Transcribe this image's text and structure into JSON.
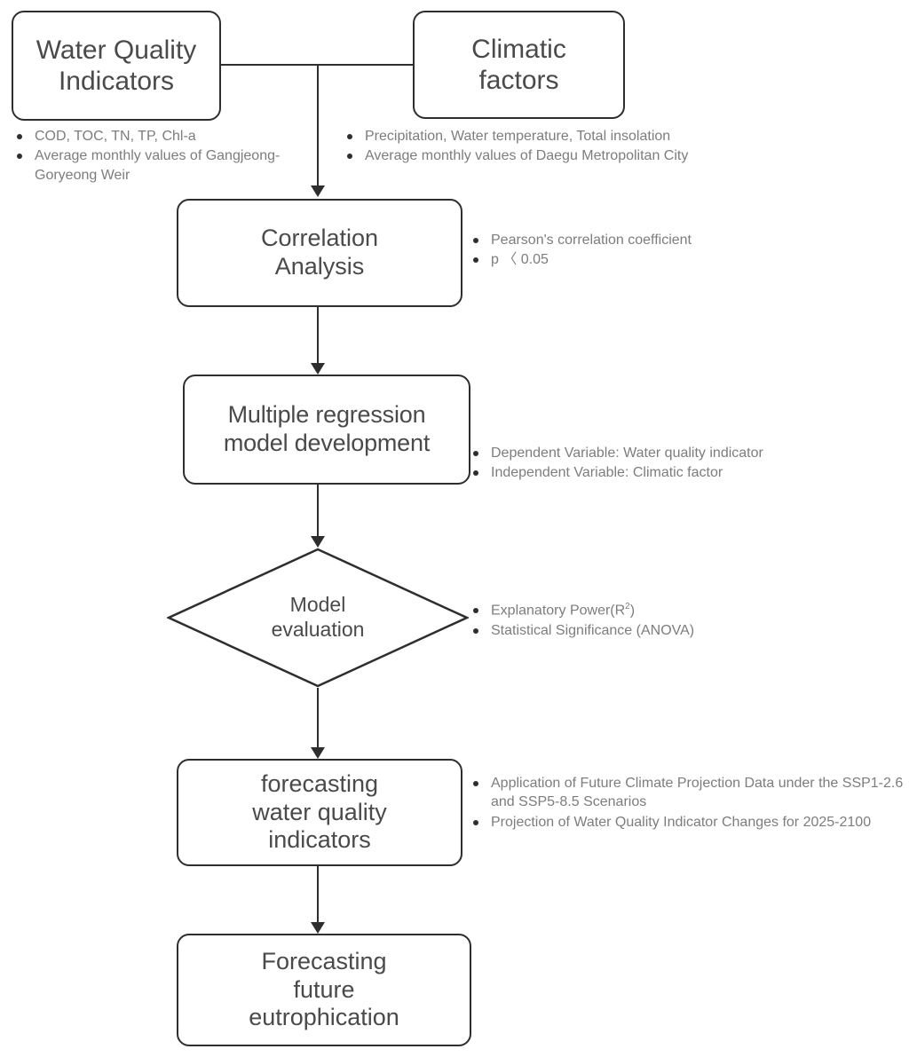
{
  "diagram": {
    "title": "Research methodology flowchart for forecasting water quality and eutrophication",
    "nodes": {
      "water_quality": {
        "label": "Water Quality\nIndicators",
        "shape": "rounded-rect"
      },
      "climatic": {
        "label": "Climatic\nfactors",
        "shape": "rounded-rect"
      },
      "correlation": {
        "label": "Correlation\nAnalysis",
        "shape": "rounded-rect"
      },
      "regression": {
        "label": "Multiple regression\nmodel development",
        "shape": "rounded-rect"
      },
      "model_evaluation": {
        "label": "Model\nevaluation",
        "shape": "diamond"
      },
      "forecasting": {
        "label": "forecasting\nwater quality\nindicators",
        "shape": "rounded-rect"
      },
      "eutrophication": {
        "label": "Forecasting\nfuture\neutrophication",
        "shape": "rounded-rect"
      }
    },
    "annotations": {
      "water_quality": [
        "COD, TOC, TN, TP, Chl-a",
        "Average monthly values of Gangjeong-Goryeong Weir"
      ],
      "climatic": [
        "Precipitation, Water temperature, Total insolation",
        "Average monthly values of Daegu Metropolitan City"
      ],
      "correlation": [
        "Pearson's correlation coefficient",
        "p 〈 0.05"
      ],
      "regression": [
        "Dependent  Variable: Water quality indicator",
        "Independent  Variable: Climatic factor"
      ],
      "model_evaluation": [
        "Explanatory Power(R²)",
        "Statistical Significance (ANOVA)"
      ],
      "forecasting": [
        "Application of Future Climate Projection Data under the SSP1-2.6 and SSP5-8.5 Scenarios",
        "Projection of Water Quality Indicator Changes for 2025-2100"
      ]
    },
    "colors": {
      "node_border": "#2e2e2e",
      "node_text": "#4a4a4a",
      "annotation_text": "#7d7d7d",
      "connector": "#2e2e2e",
      "background": "#ffffff"
    }
  }
}
